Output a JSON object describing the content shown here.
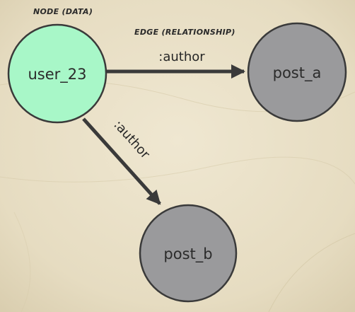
{
  "captions": {
    "node": "NODE (DATA)",
    "edge": "EDGE (RELATIONSHIP)"
  },
  "nodes": [
    {
      "id": "user_23",
      "label": "user_23",
      "kind": "user",
      "color": "#a8f7c8"
    },
    {
      "id": "post_a",
      "label": "post_a",
      "kind": "post",
      "color": "#9a9a9c"
    },
    {
      "id": "post_b",
      "label": "post_b",
      "kind": "post",
      "color": "#9a9a9c"
    }
  ],
  "edges": [
    {
      "from": "user_23",
      "to": "post_a",
      "label": ":author"
    },
    {
      "from": "user_23",
      "to": "post_b",
      "label": ":author"
    }
  ],
  "colors": {
    "background": "#e8dfc6",
    "stroke": "#3a3a3a",
    "text": "#2b2b2b"
  }
}
